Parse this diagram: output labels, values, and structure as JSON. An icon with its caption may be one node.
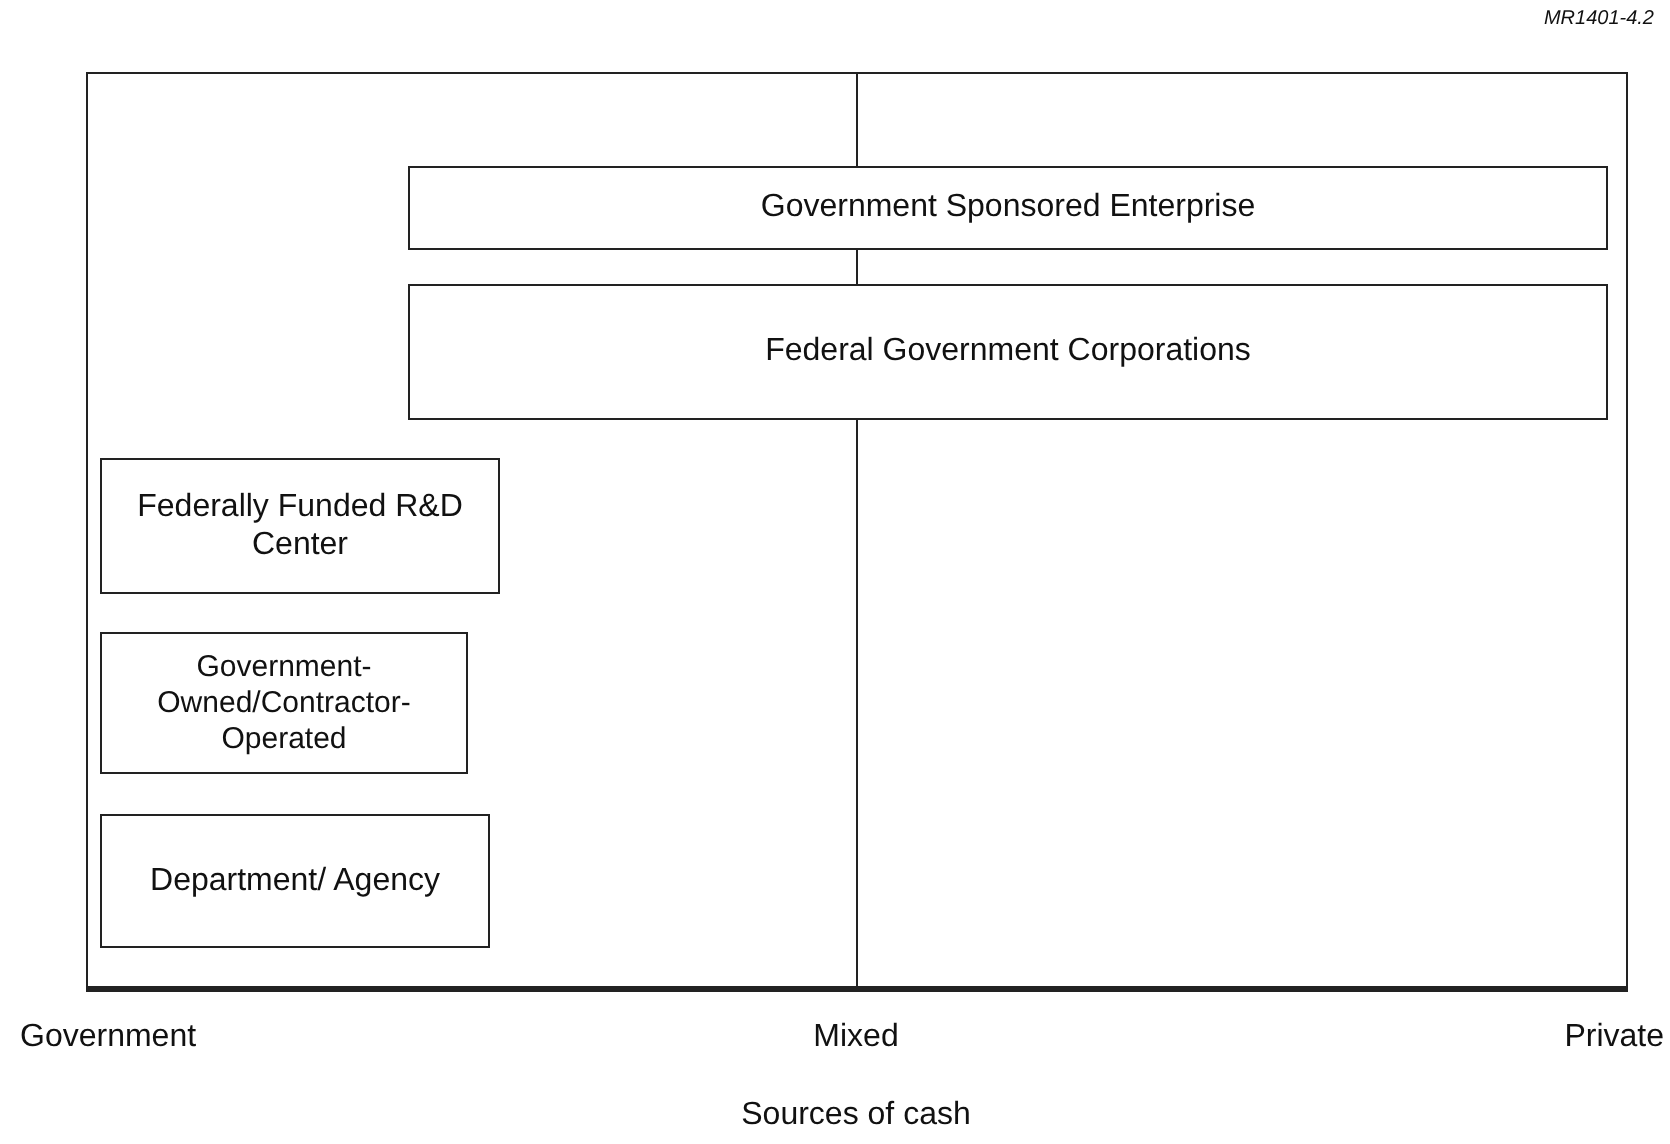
{
  "diagram": {
    "nodes": [
      {
        "text": [
          "Government Sponsored Enterprise"
        ]
      },
      {
        "text": [
          "Federal Government Corporations"
        ]
      },
      {
        "text": [
          "Federally Funded R&D Center"
        ]
      },
      {
        "text": [
          "Government- Owned/Contractor- Operated"
        ]
      },
      {
        "text": [
          "Department/ Agency"
        ]
      }
    ],
    "labels": [
      "MR1401-4.2",
      "Government",
      "Mixed",
      "Private",
      "Sources of cash"
    ]
  }
}
